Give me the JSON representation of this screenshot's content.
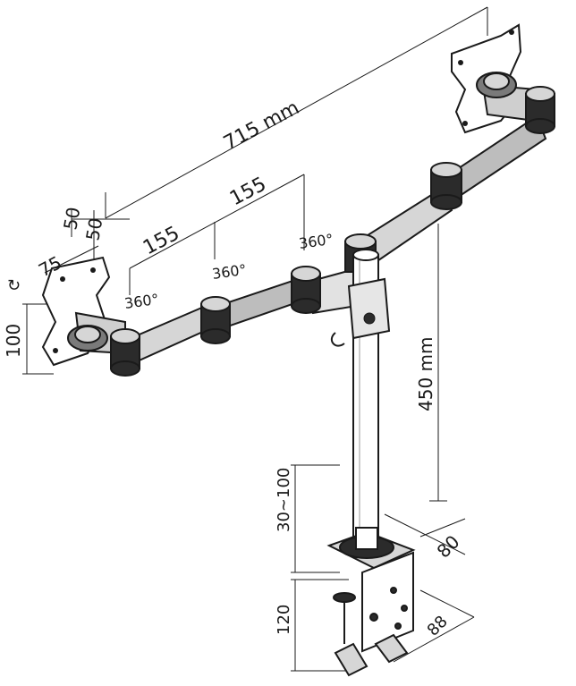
{
  "colors": {
    "ink": "#1a1a1a",
    "metal_dark": "#2b2b2b",
    "metal_mid": "#7a7a7a",
    "metal_light": "#d6d6d6",
    "paper": "#ffffff"
  },
  "dimensions": {
    "total_width": "715 mm",
    "arm_segment_left": "155",
    "arm_segment_right": "155",
    "vesa_offset_left": "50",
    "vesa_offset_right": "50",
    "vesa_small": "75",
    "vesa_large": "100",
    "pole_height": "450 mm",
    "base_depth": "80",
    "clamp_range": "30~100",
    "clamp_height": "120",
    "clamp_width": "88"
  },
  "rotation_labels": {
    "left_joint": "360°",
    "middle_joint": "360°",
    "top_joint": "360°"
  },
  "tilt_symbol": "↻"
}
